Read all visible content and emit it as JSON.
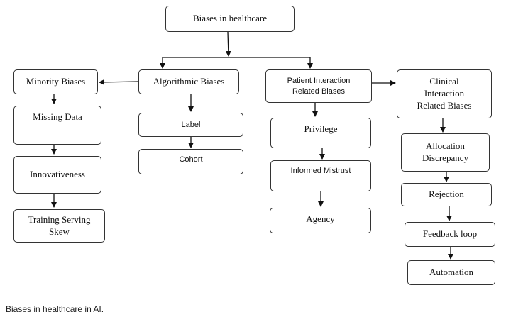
{
  "diagram": {
    "root": "Biases in healthcare",
    "categories": [
      {
        "label": "Minority Biases",
        "children": [
          "Missing Data",
          "Innovativeness",
          "Training Serving\nSkew"
        ]
      },
      {
        "label": "Algorithmic Biases",
        "children": [
          "Label",
          "Cohort"
        ]
      },
      {
        "label": "Patient Interaction\nRelated Biases",
        "children": [
          "Privilege",
          "Informed Mistrust",
          "Agency"
        ]
      },
      {
        "label": "Clinical\nInteraction\nRelated Biases",
        "children": [
          "Allocation\nDiscrepancy",
          "Rejection",
          "Feedback loop",
          "Automation"
        ]
      }
    ]
  },
  "caption": "Biases in healthcare in AI."
}
